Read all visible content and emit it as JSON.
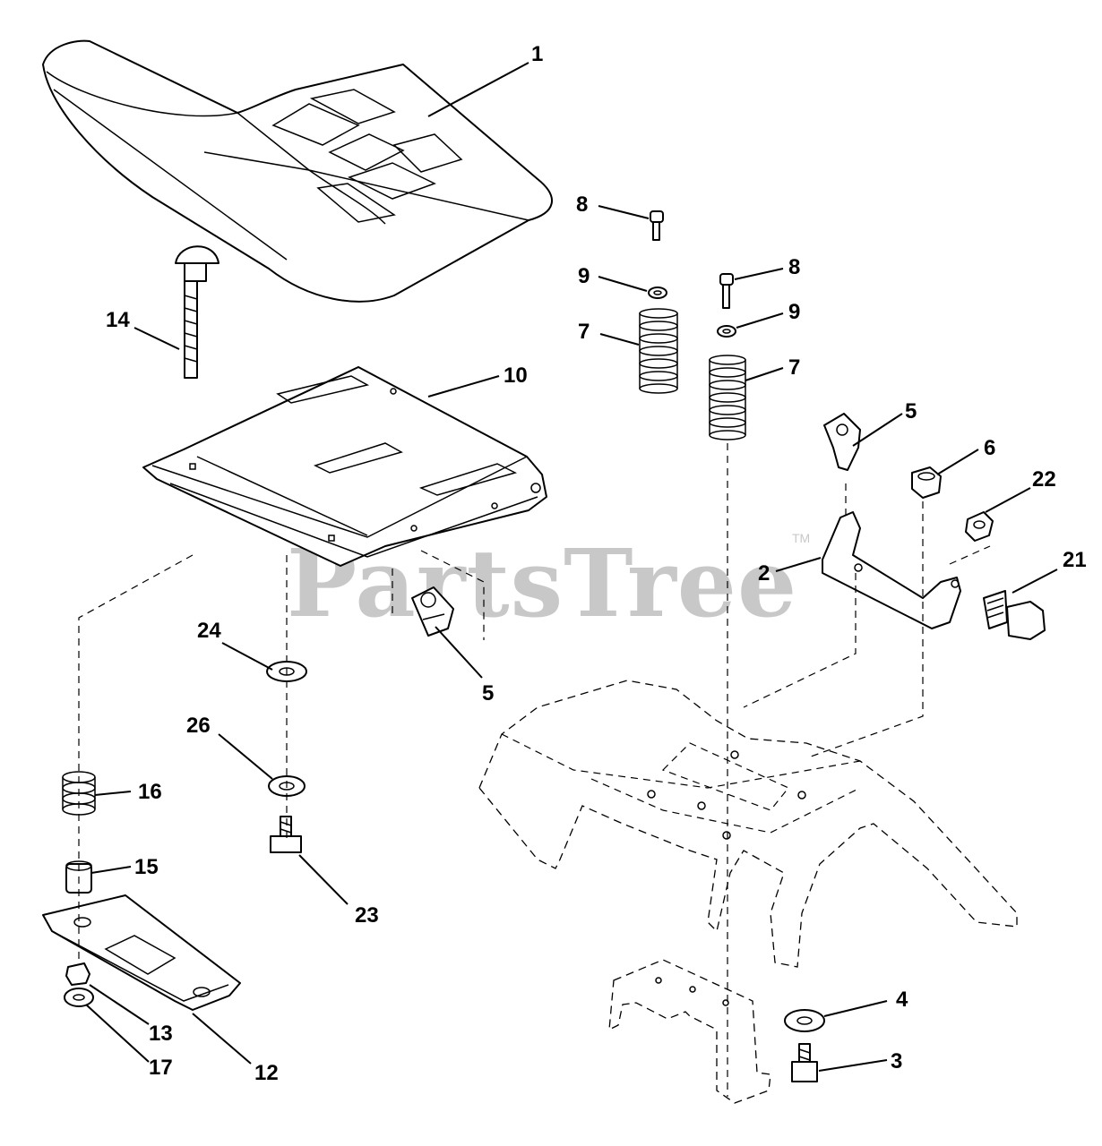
{
  "watermark": {
    "text": "PartsTree",
    "trademark": "TM"
  },
  "callouts": [
    {
      "id": "c1",
      "label": "1"
    },
    {
      "id": "c8a",
      "label": "8"
    },
    {
      "id": "c9a",
      "label": "9"
    },
    {
      "id": "c7a",
      "label": "7"
    },
    {
      "id": "c8b",
      "label": "8"
    },
    {
      "id": "c9b",
      "label": "9"
    },
    {
      "id": "c7b",
      "label": "7"
    },
    {
      "id": "c14",
      "label": "14"
    },
    {
      "id": "c10",
      "label": "10"
    },
    {
      "id": "c5a",
      "label": "5"
    },
    {
      "id": "c6",
      "label": "6"
    },
    {
      "id": "c22",
      "label": "22"
    },
    {
      "id": "c2",
      "label": "2"
    },
    {
      "id": "c21",
      "label": "21"
    },
    {
      "id": "c24",
      "label": "24"
    },
    {
      "id": "c5b",
      "label": "5"
    },
    {
      "id": "c26",
      "label": "26"
    },
    {
      "id": "c16",
      "label": "16"
    },
    {
      "id": "c15",
      "label": "15"
    },
    {
      "id": "c23",
      "label": "23"
    },
    {
      "id": "c13",
      "label": "13"
    },
    {
      "id": "c17",
      "label": "17"
    },
    {
      "id": "c12",
      "label": "12"
    },
    {
      "id": "c4",
      "label": "4"
    },
    {
      "id": "c3",
      "label": "3"
    }
  ]
}
